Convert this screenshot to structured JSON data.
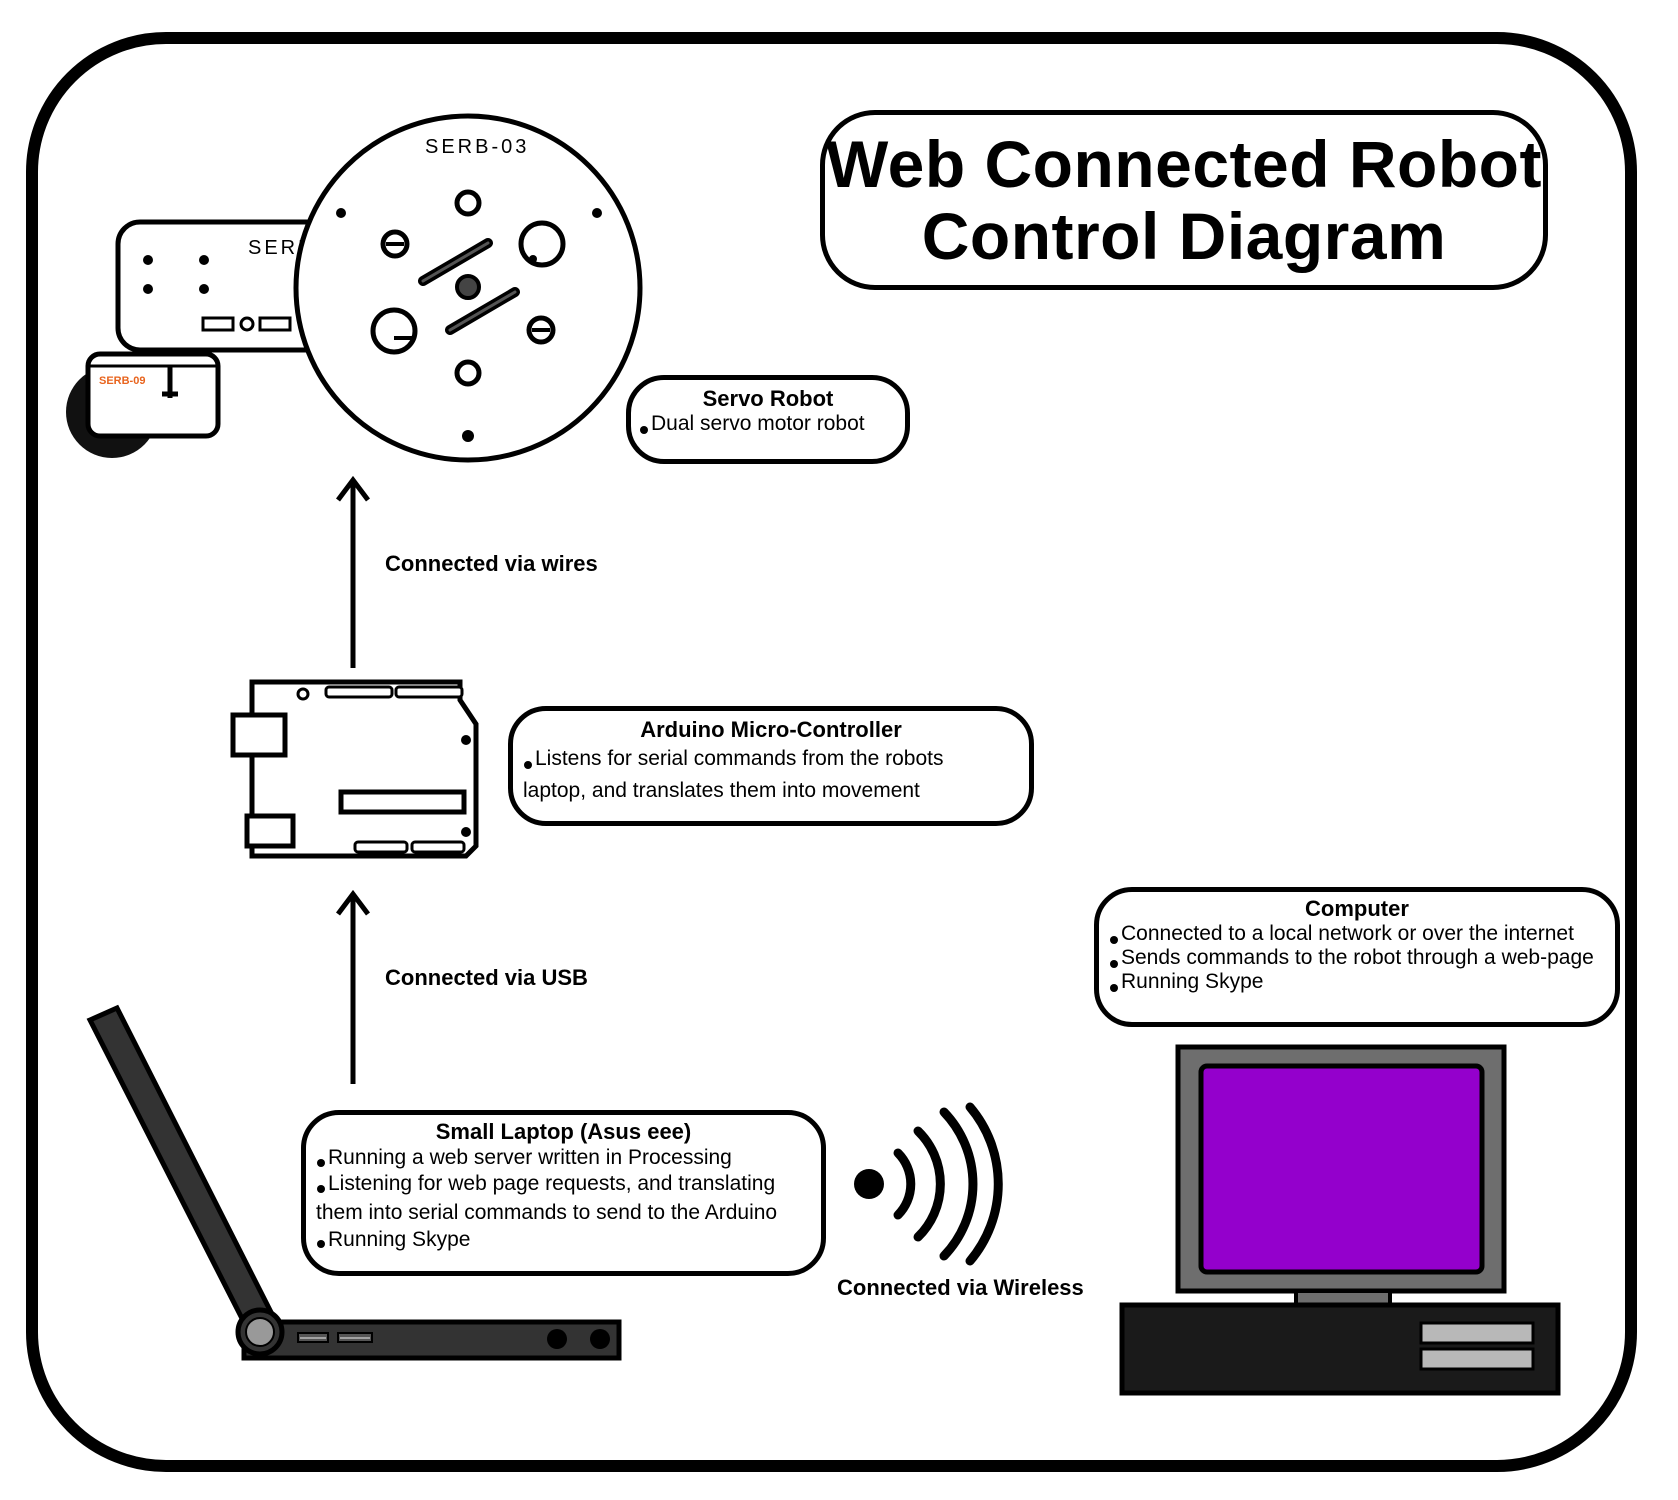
{
  "title": {
    "line1": "Web Connected Robot",
    "line2": "Control Diagram"
  },
  "robot": {
    "top_label": "SERB-03",
    "side_label": "SERB",
    "wheel_label": "SERB-09",
    "wheel_label_color": "#e8641e"
  },
  "notes": {
    "servo": {
      "title": "Servo Robot",
      "bullets": [
        "Dual servo motor robot"
      ]
    },
    "arduino": {
      "title": "Arduino Micro-Controller",
      "bullets": [
        "Listens for serial commands from the robots",
        "laptop, and translates them into movement"
      ]
    },
    "computer": {
      "title": "Computer",
      "bullets": [
        "Connected to a local network or over the internet",
        "Sends commands to the robot through a web-page",
        "Running Skype"
      ]
    },
    "laptop": {
      "title": "Small Laptop (Asus eee)",
      "bullets": [
        "Running a web server written in Processing",
        "Listening for web page requests, and translating",
        "them into serial commands to send to the Arduino",
        "Running Skype"
      ]
    }
  },
  "connections": {
    "wires": "Connected via wires",
    "usb": "Connected via USB",
    "wireless": "Connected via Wireless"
  },
  "colors": {
    "screen": "#9400cc",
    "monitor_bezel": "#6e6e6e",
    "laptop_body": "#333333",
    "computer_base": "#1a1a1a",
    "drive_bay": "#b8b8b8"
  }
}
